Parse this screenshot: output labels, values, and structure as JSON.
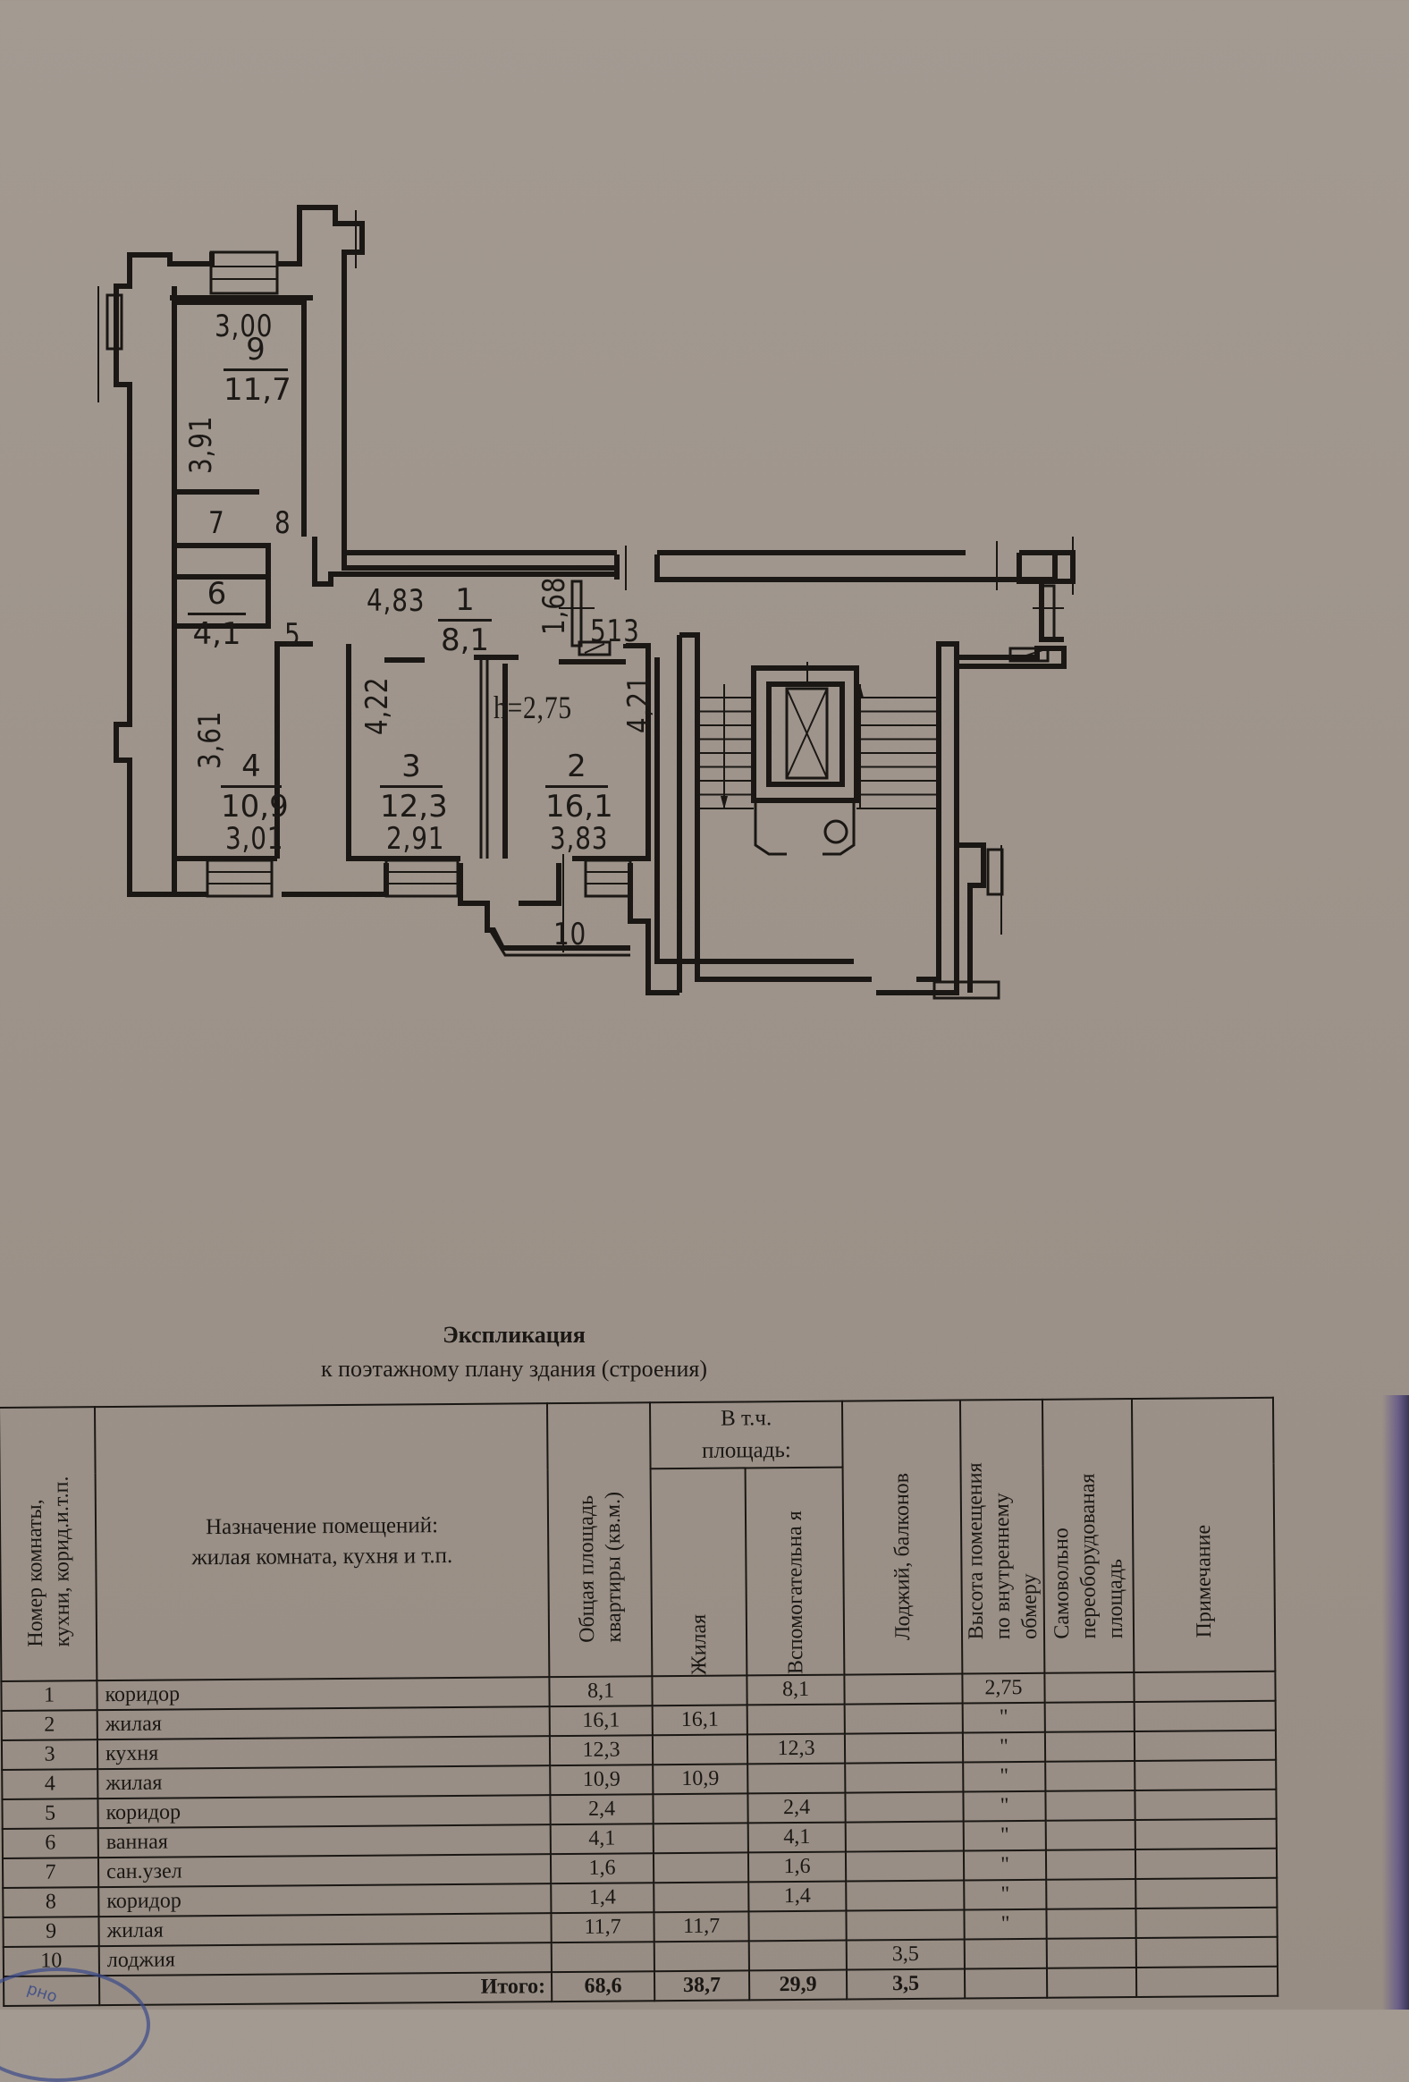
{
  "floor_plan": {
    "ceiling_height": "h=2,75",
    "rooms": [
      {
        "id": "9",
        "area": "11,7"
      },
      {
        "id": "6",
        "area": "4,1"
      },
      {
        "id": "1",
        "area": "8,1"
      },
      {
        "id": "4",
        "area": "10,9"
      },
      {
        "id": "3",
        "area": "12,3"
      },
      {
        "id": "2",
        "area": "16,1"
      }
    ],
    "room_labels": {
      "r5": "5",
      "r7": "7",
      "r8": "8",
      "r10": "10"
    },
    "dimensions": {
      "d300": "3,00",
      "d391": "3,91",
      "d483": "4,83",
      "d168": "1,68",
      "d513": "513",
      "d422": "4,22",
      "d421": "4,21",
      "d361": "3,61",
      "d301": "3,01",
      "d291": "2,91",
      "d383": "3,83"
    }
  },
  "explication": {
    "title": "Экспликация",
    "subtitle": "к поэтажному плану здания (строения)",
    "headers": {
      "num": "Номер комнаты, кухни, корид.и.т.п.",
      "purpose": "Назначение помещений: жилая комната, кухня и т.п.",
      "total": "Общая площадь квартиры (кв.м.)",
      "incl": "В т.ч. площадь:",
      "living": "Жилая",
      "aux": "Вспомогательна я",
      "loggia": "Лоджий, балконов",
      "height": "Высота помещения по внутреннему обмеру",
      "self": "Самовольно переоборудованая площадь",
      "note": "Примечание"
    },
    "rows": [
      {
        "num": "1",
        "name": "коридор",
        "total": "8,1",
        "living": "",
        "aux": "8,1",
        "loggia": "",
        "height": "2,75"
      },
      {
        "num": "2",
        "name": "жилая",
        "total": "16,1",
        "living": "16,1",
        "aux": "",
        "loggia": "",
        "height": "\""
      },
      {
        "num": "3",
        "name": "кухня",
        "total": "12,3",
        "living": "",
        "aux": "12,3",
        "loggia": "",
        "height": "\""
      },
      {
        "num": "4",
        "name": "жилая",
        "total": "10,9",
        "living": "10,9",
        "aux": "",
        "loggia": "",
        "height": "\""
      },
      {
        "num": "5",
        "name": "коридор",
        "total": "2,4",
        "living": "",
        "aux": "2,4",
        "loggia": "",
        "height": "\""
      },
      {
        "num": "6",
        "name": "ванная",
        "total": "4,1",
        "living": "",
        "aux": "4,1",
        "loggia": "",
        "height": "\""
      },
      {
        "num": "7",
        "name": "сан.узел",
        "total": "1,6",
        "living": "",
        "aux": "1,6",
        "loggia": "",
        "height": "\""
      },
      {
        "num": "8",
        "name": "коридор",
        "total": "1,4",
        "living": "",
        "aux": "1,4",
        "loggia": "",
        "height": "\""
      },
      {
        "num": "9",
        "name": "жилая",
        "total": "11,7",
        "living": "11,7",
        "aux": "",
        "loggia": "",
        "height": "\""
      },
      {
        "num": "10",
        "name": "лоджия",
        "total": "",
        "living": "",
        "aux": "",
        "loggia": "3,5",
        "height": ""
      }
    ],
    "totals": {
      "label": "Итого:",
      "total": "68,6",
      "living": "38,7",
      "aux": "29,9",
      "loggia": "3,5"
    }
  },
  "stamp_text": "рно"
}
